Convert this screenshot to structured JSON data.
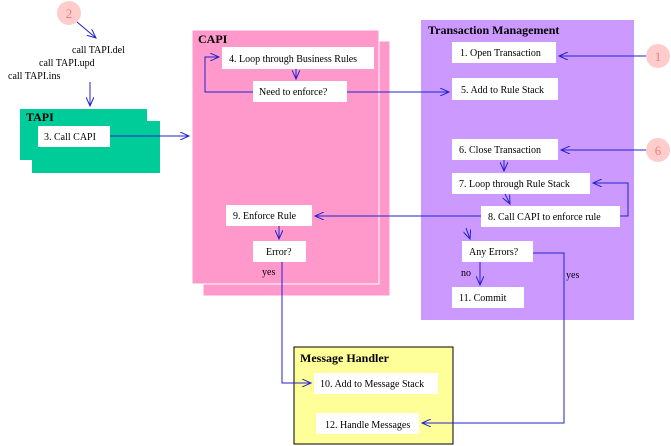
{
  "badges": {
    "two": "2",
    "one": "1",
    "six": "6"
  },
  "tapi_calls": {
    "del": "call TAPI.del",
    "upd": "call TAPI.upd",
    "ins": "call TAPI.ins"
  },
  "tapi": {
    "title": "TAPI",
    "step3": "3. Call CAPI"
  },
  "capi": {
    "title": "CAPI",
    "step4": "4. Loop through Business Rules",
    "need_enforce": "Need to enforce?",
    "step9": "9. Enforce Rule",
    "error": "Error?",
    "yes": "yes"
  },
  "txn": {
    "title": "Transaction Management",
    "step1": "1. Open Transaction",
    "step5": "5. Add to Rule Stack",
    "step6": "6. Close Transaction",
    "step7": "7. Loop through Rule Stack",
    "step8": "8. Call CAPI to enforce rule",
    "any_errors": "Any Errors?",
    "no": "no",
    "yes": "yes",
    "step11": "11. Commit"
  },
  "msg": {
    "title": "Message Handler",
    "step10": "10. Add to Message Stack",
    "step12": "12. Handle Messages"
  },
  "colors": {
    "tapi": "#00cc99",
    "capi": "#ff99cc",
    "txn": "#cc99ff",
    "msg": "#ffff99",
    "badge": "#ffcccc",
    "connector": "#2222cc"
  }
}
